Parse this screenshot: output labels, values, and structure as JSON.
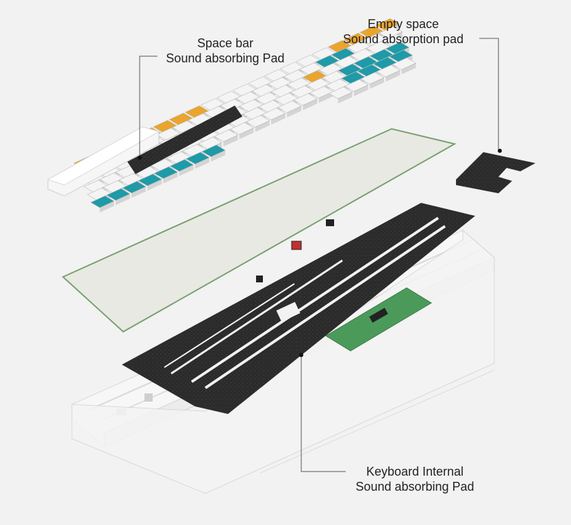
{
  "labels": {
    "spacebar_pad": {
      "line1": "Space bar",
      "line2": "Sound absorbing Pad"
    },
    "empty_space_pad": {
      "line1": "Empty space",
      "line2": "Sound absorption pad"
    },
    "internal_pad": {
      "line1": "Keyboard Internal",
      "line2": "Sound absorbing Pad"
    }
  },
  "colors": {
    "background": "#f2f2f2",
    "keycap_white": "#f4f4f4",
    "keycap_teal": "#1e9aa8",
    "keycap_orange": "#eaa52c",
    "felt": "#2e2e2e",
    "pcb_green": "#4c9a5a",
    "case_white": "#f7f7f7"
  }
}
